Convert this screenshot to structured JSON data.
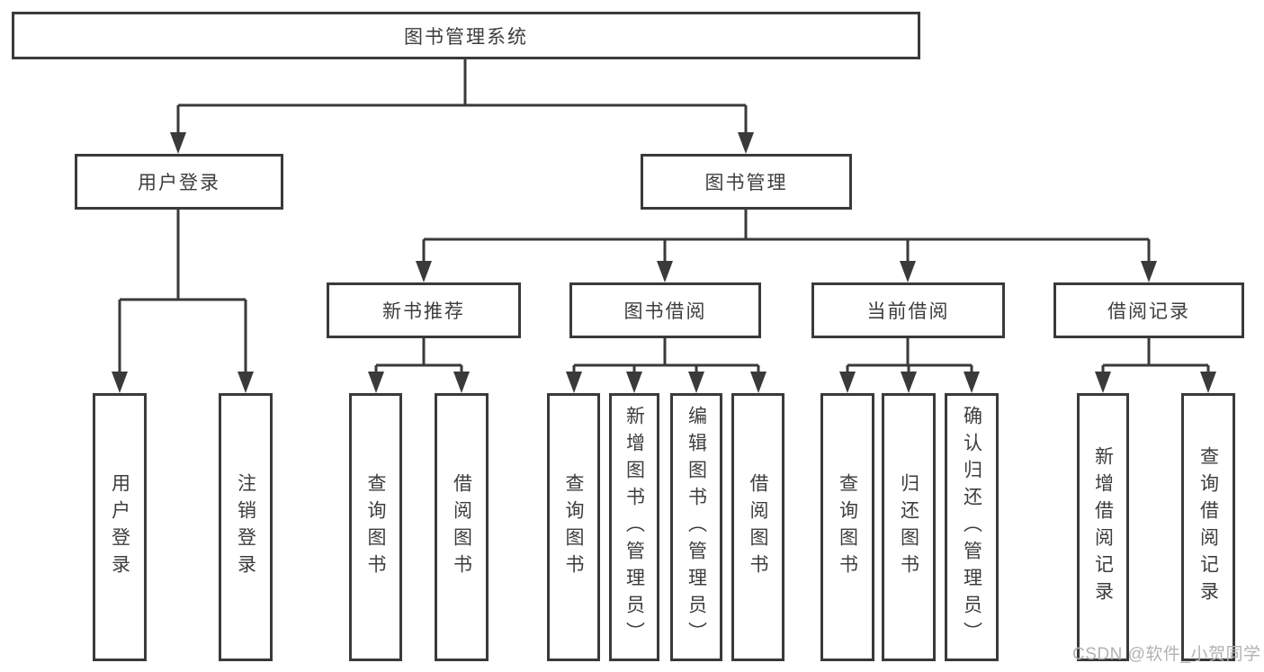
{
  "tree": {
    "root": {
      "label": "图书管理系统",
      "children": [
        {
          "label": "用户登录",
          "children": [
            {
              "label": "用户登录"
            },
            {
              "label": "注销登录"
            }
          ]
        },
        {
          "label": "图书管理",
          "children": [
            {
              "label": "新书推荐",
              "children": [
                {
                  "label": "查询图书"
                },
                {
                  "label": "借阅图书"
                }
              ]
            },
            {
              "label": "图书借阅",
              "children": [
                {
                  "label": "查询图书"
                },
                {
                  "label": "新增图书（管理员）"
                },
                {
                  "label": "编辑图书（管理员）"
                },
                {
                  "label": "借阅图书"
                }
              ]
            },
            {
              "label": "当前借阅",
              "children": [
                {
                  "label": "查询图书"
                },
                {
                  "label": "归还图书"
                },
                {
                  "label": "确认归还（管理员）"
                }
              ]
            },
            {
              "label": "借阅记录",
              "children": [
                {
                  "label": "新增借阅记录"
                },
                {
                  "label": "查询借阅记录"
                }
              ]
            }
          ]
        }
      ]
    }
  },
  "watermark": {
    "text": "CSDN @软件_小贺同学"
  },
  "colors": {
    "line": "#3a3a3a",
    "text": "#3d3d3d",
    "watermark": "#b3b2b2",
    "background": "#ffffff"
  }
}
